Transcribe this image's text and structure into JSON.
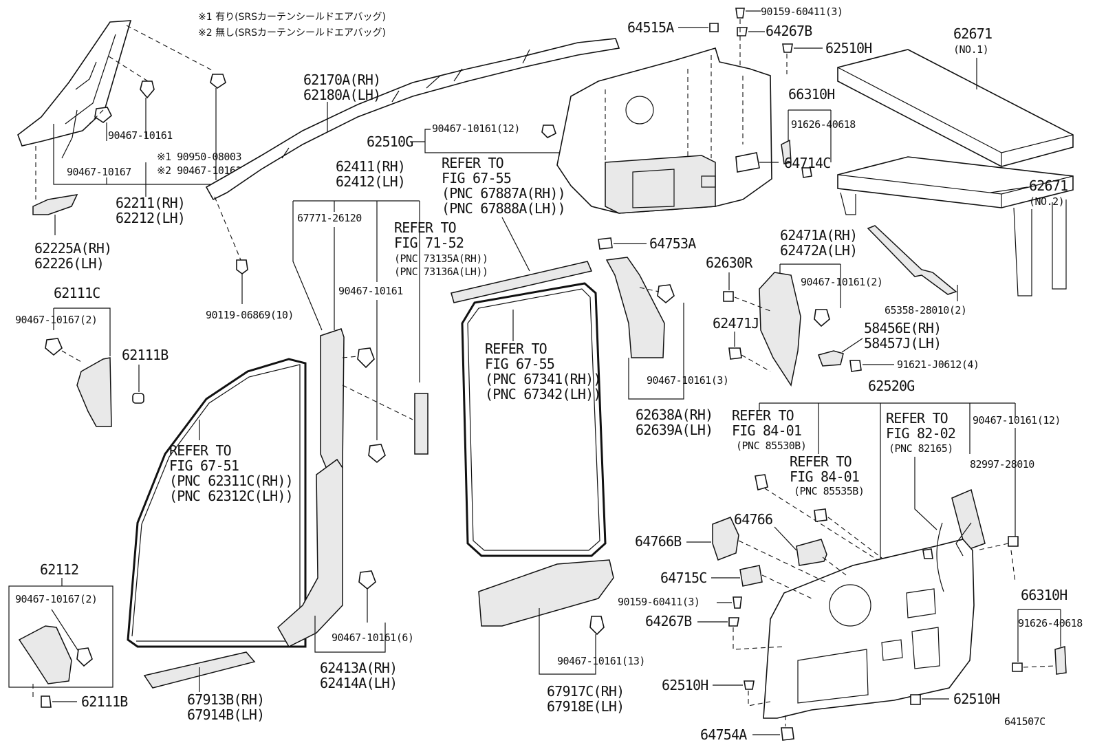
{
  "notes": {
    "note1": "※1 有り(SRSカーテンシールドエアバッグ)",
    "note2": "※2 無し(SRSカーテンシールドエアバッグ)"
  },
  "labels": {
    "p62211": "62211(RH)",
    "p62212": "62212(LH)",
    "c90467_10161_a": "90467-10161",
    "c90467_10167_a": "90467-10167",
    "c90950": "※1 90950-08003",
    "c90467_10161_b": "※2 90467-10161",
    "p62225A": "62225A(RH)",
    "p62226": "62226(LH)",
    "p62111C": "62111C",
    "c90467_10167_2a": "90467-10167(2)",
    "p62111B_a": "62111B",
    "p62112": "62112",
    "c90467_10167_2b": "90467-10167(2)",
    "p62111B_b": "62111B",
    "p62170A": "62170A(RH)",
    "p62180A": "62180A(LH)",
    "c90119": "90119-06869(10)",
    "p62411": "62411(RH)",
    "p62412": "62412(LH)",
    "c67771": "67771-26120",
    "c90467_10161_c": "90467-10161",
    "ref71_1": "REFER TO",
    "ref71_2": "FIG 71-52",
    "ref71_3": "(PNC 73135A(RH))",
    "ref71_4": "(PNC 73136A(LH))",
    "ref6751_1": "REFER TO",
    "ref6751_2": "FIG 67-51",
    "ref6751_3": "(PNC 62311C(RH))",
    "ref6751_4": "(PNC 62312C(LH))",
    "c90467_10161_6": "90467-10161(6)",
    "p62413A": "62413A(RH)",
    "p62414A": "62414A(LH)",
    "p67913B": "67913B(RH)",
    "p67914B": "67914B(LH)",
    "p62510G": "62510G",
    "c90467_10161_12a": "90467-10161(12)",
    "refA_1": "REFER TO",
    "refA_2": "FIG 67-55",
    "refA_3": "(PNC 67887A(RH))",
    "refA_4": "(PNC 67888A(LH))",
    "refB_1": "REFER TO",
    "refB_2": "FIG 67-55",
    "refB_3": "(PNC 67341(RH))",
    "refB_4": "(PNC 67342(LH))",
    "c90467_10161_13": "90467-10161(13)",
    "p67917C": "67917C(RH)",
    "p67918E": "67918E(LH)",
    "p64515A": "64515A",
    "c90159_a": "90159-60411(3)",
    "p64267B_a": "64267B",
    "p62510H_a": "62510H",
    "p66310H_a": "66310H",
    "c91626_a": "91626-40618",
    "p64714C": "64714C",
    "p64753A": "64753A",
    "p62671_1": "62671",
    "p62671_1n": "(NO.1)",
    "p62671_2": "62671",
    "p62671_2n": "(NO.2)",
    "c65358": "65358-28010(2)",
    "p62471A": "62471A(RH)",
    "p62472A": "62472A(LH)",
    "p62630R": "62630R",
    "c90467_10161_2": "90467-10161(2)",
    "p62471J": "62471J",
    "p58456E": "58456E(RH)",
    "p58457J": "58457J(LH)",
    "c91621": "91621-J0612(4)",
    "c90467_10161_3": "90467-10161(3)",
    "p62638A": "62638A(RH)",
    "p62639A": "62639A(LH)",
    "p62520G": "62520G",
    "ref8401a_1": "REFER TO",
    "ref8401a_2": "FIG 84-01",
    "ref8401a_3": "(PNC 85530B)",
    "ref8401b_1": "REFER TO",
    "ref8401b_2": "FIG 84-01",
    "ref8401b_3": "(PNC 85535B)",
    "ref8202_1": "REFER TO",
    "ref8202_2": "FIG 82-02",
    "ref8202_3": "(PNC 82165)",
    "c90467_10161_12b": "90467-10161(12)",
    "c82997": "82997-28010",
    "p64766": "64766",
    "p64766B": "64766B",
    "p64715C": "64715C",
    "c90159_b": "90159-60411(3)",
    "p64267B_b": "64267B",
    "p62510H_b": "62510H",
    "p62510H_c": "62510H",
    "p64754A": "64754A",
    "p66310H_b": "66310H",
    "c91626_b": "91626-40618",
    "diagram_id": "641507C"
  }
}
